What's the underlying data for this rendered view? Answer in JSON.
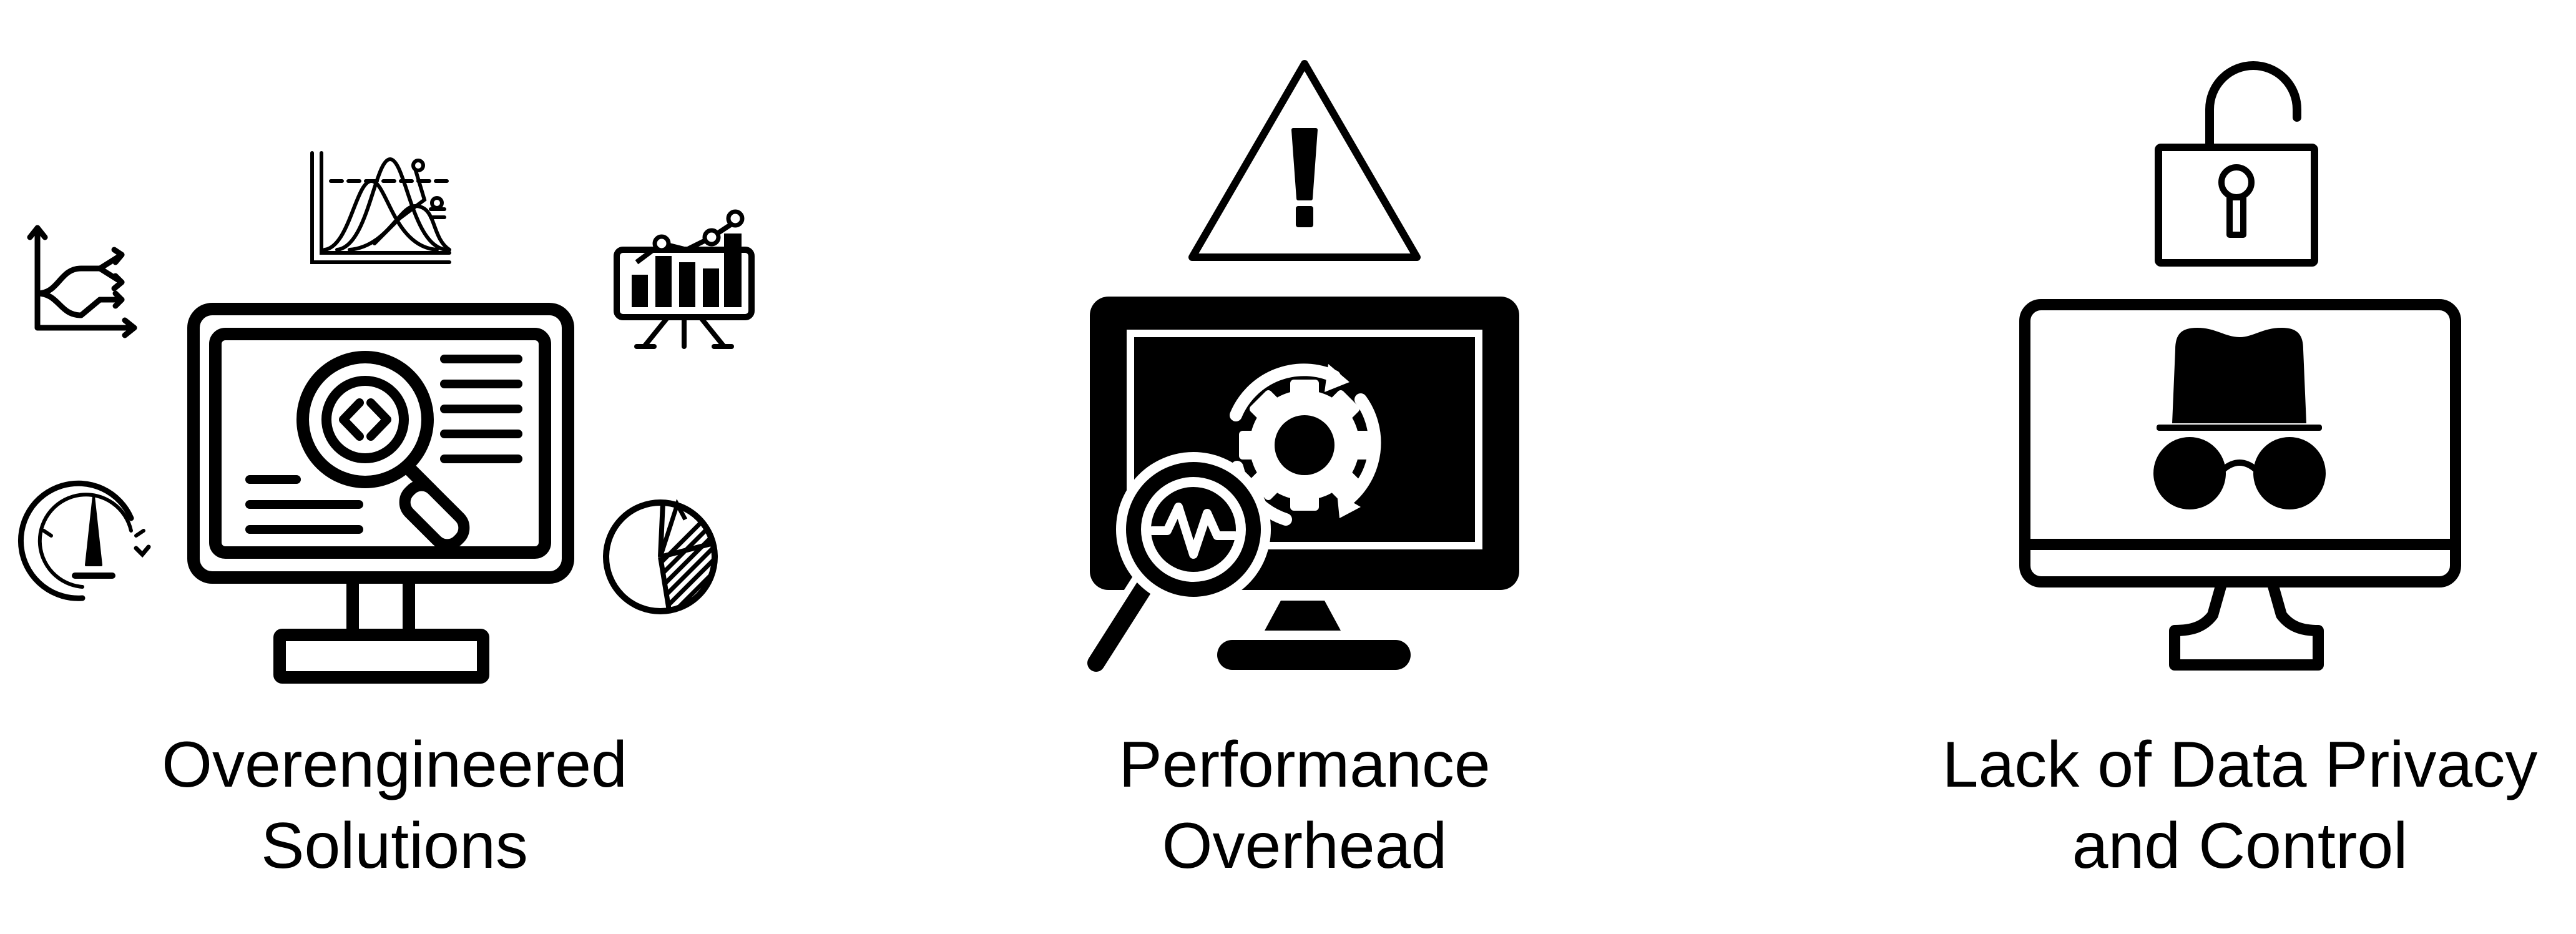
{
  "colors": {
    "ink": "#000000",
    "paper": "#ffffff"
  },
  "panels": [
    {
      "caption_line1": "Overengineered",
      "caption_line2": "Solutions",
      "icons": [
        "monitor-icon",
        "magnifier-code-icon",
        "branching-graph-icon",
        "distribution-curve-chart-icon",
        "easel-bar-chart-icon",
        "speedometer-gauge-icon",
        "pie-chart-icon"
      ]
    },
    {
      "caption_line1": "Performance",
      "caption_line2": "Overhead",
      "icons": [
        "warning-triangle-icon",
        "monitor-icon",
        "gear-cycle-icon",
        "magnifier-pulse-icon"
      ]
    },
    {
      "caption_line1": "Lack of Data Privacy",
      "caption_line2": "and Control",
      "icons": [
        "open-padlock-icon",
        "monitor-icon",
        "incognito-spy-icon"
      ]
    }
  ]
}
